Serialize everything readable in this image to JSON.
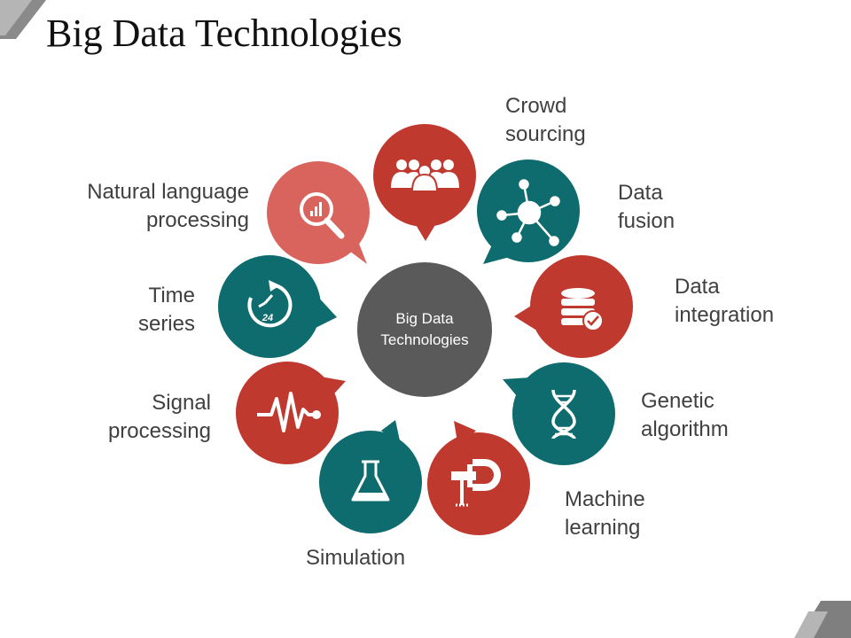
{
  "title": "Big Data Technologies",
  "center": {
    "line1": "Big Data",
    "line2": "Technologies"
  },
  "colors": {
    "red": "#c0392f",
    "teal": "#0e6b6e",
    "pink": "#d9645e",
    "center": "#5a5a5a",
    "corner": "#7f7f7f"
  },
  "nodes": [
    {
      "id": "crowd-sourcing",
      "label_lines": [
        "Crowd",
        "sourcing"
      ],
      "icon": "people-group-icon",
      "color": "red"
    },
    {
      "id": "data-fusion",
      "label_lines": [
        "Data",
        "fusion"
      ],
      "icon": "network-hub-icon",
      "color": "teal"
    },
    {
      "id": "data-integration",
      "label_lines": [
        "Data",
        "integration"
      ],
      "icon": "database-check-icon",
      "color": "red"
    },
    {
      "id": "genetic-algorithm",
      "label_lines": [
        "Genetic",
        "algorithm"
      ],
      "icon": "dna-icon",
      "color": "teal"
    },
    {
      "id": "machine-learning",
      "label_lines": [
        "Machine",
        "learning"
      ],
      "icon": "clamp-icon",
      "color": "red"
    },
    {
      "id": "simulation",
      "label_lines": [
        "Simulation"
      ],
      "icon": "flask-icon",
      "color": "teal"
    },
    {
      "id": "signal-processing",
      "label_lines": [
        "Signal",
        "processing"
      ],
      "icon": "pulse-wave-icon",
      "color": "red"
    },
    {
      "id": "time-series",
      "label_lines": [
        "Time",
        "series"
      ],
      "icon": "clock-24-icon",
      "icon_text": "24",
      "color": "teal"
    },
    {
      "id": "natural-language-processing",
      "label_lines": [
        "Natural language",
        "processing"
      ],
      "icon": "search-chart-icon",
      "color": "pink"
    }
  ]
}
